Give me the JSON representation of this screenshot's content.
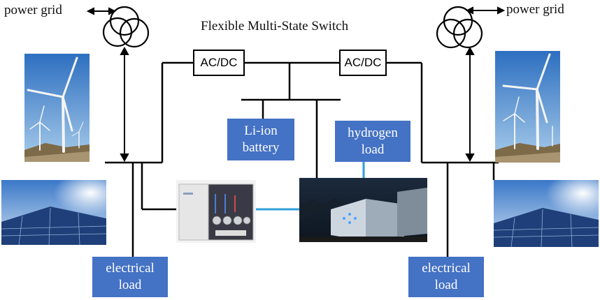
{
  "title": "Flexible Multi-State Switch",
  "grid_left": {
    "label": "power grid"
  },
  "grid_right": {
    "label": "power grid"
  },
  "converters": {
    "left": "AC/DC",
    "right": "AC/DC"
  },
  "battery": {
    "line1": "Li-ion",
    "line2": "battery"
  },
  "hydrogen_load": {
    "line1": "hydrogen",
    "line2": "load"
  },
  "load_left": {
    "line1": "electrical",
    "line2": "load"
  },
  "load_right": {
    "line1": "electrical",
    "line2": "load"
  },
  "colors": {
    "box_fill": "#4472c4",
    "h2_line": "#2e9fd8",
    "wire": "#000000"
  },
  "icons": [
    "transformer-icon",
    "wind-turbine-photo",
    "solar-panel-photo",
    "electrolyzer-photo",
    "hydrogen-container-photo"
  ]
}
